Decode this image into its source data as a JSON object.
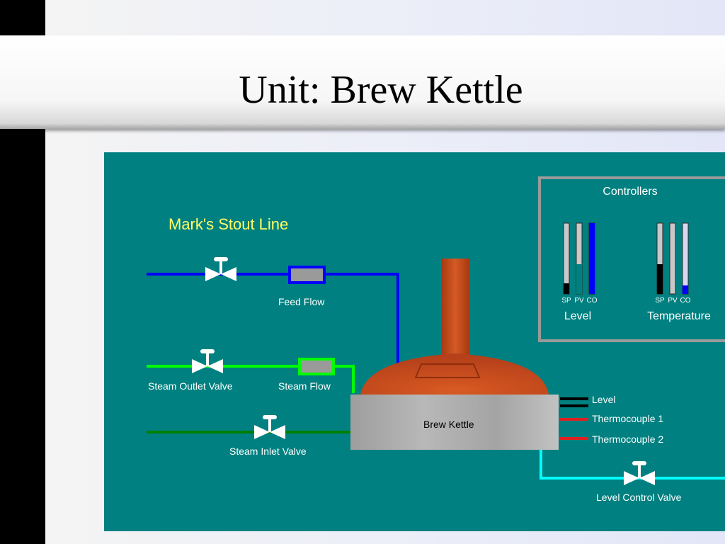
{
  "slide": {
    "title": "Unit: Brew Kettle"
  },
  "diagram": {
    "line_name": "Mark's Stout Line",
    "feed_flow_label": "Feed Flow",
    "steam_outlet_valve_label": "Steam Outlet Valve",
    "steam_flow_label": "Steam Flow",
    "steam_inlet_valve_label": "Steam Inlet Valve",
    "kettle_label": "Brew Kettle",
    "level_control_valve_label": "Level Control Valve",
    "sensors": {
      "level": "Level",
      "thermocouple_1": "Thermocouple 1",
      "thermocouple_2": "Thermocouple 2"
    },
    "controllers": {
      "title": "Controllers",
      "groups": [
        {
          "name": "Level",
          "bar_labels": [
            "SP",
            "PV",
            "CO"
          ],
          "fill_fraction": [
            0.15,
            0.42,
            1.0
          ]
        },
        {
          "name": "Temperature",
          "bar_labels": [
            "SP",
            "PV",
            "CO"
          ],
          "fill_fraction": [
            0.42,
            0.0,
            0.12
          ]
        }
      ]
    },
    "colors": {
      "background": "#008080",
      "feed_line": "#0000ff",
      "steam_outlet_line": "#00ff00",
      "steam_inlet_line": "#008000",
      "level_control_line": "#00ffff",
      "kettle_dome": "#c8491c",
      "line_name_text": "#ffff66",
      "thermocouple": "#e02020",
      "level_sensor": "#000000"
    }
  }
}
